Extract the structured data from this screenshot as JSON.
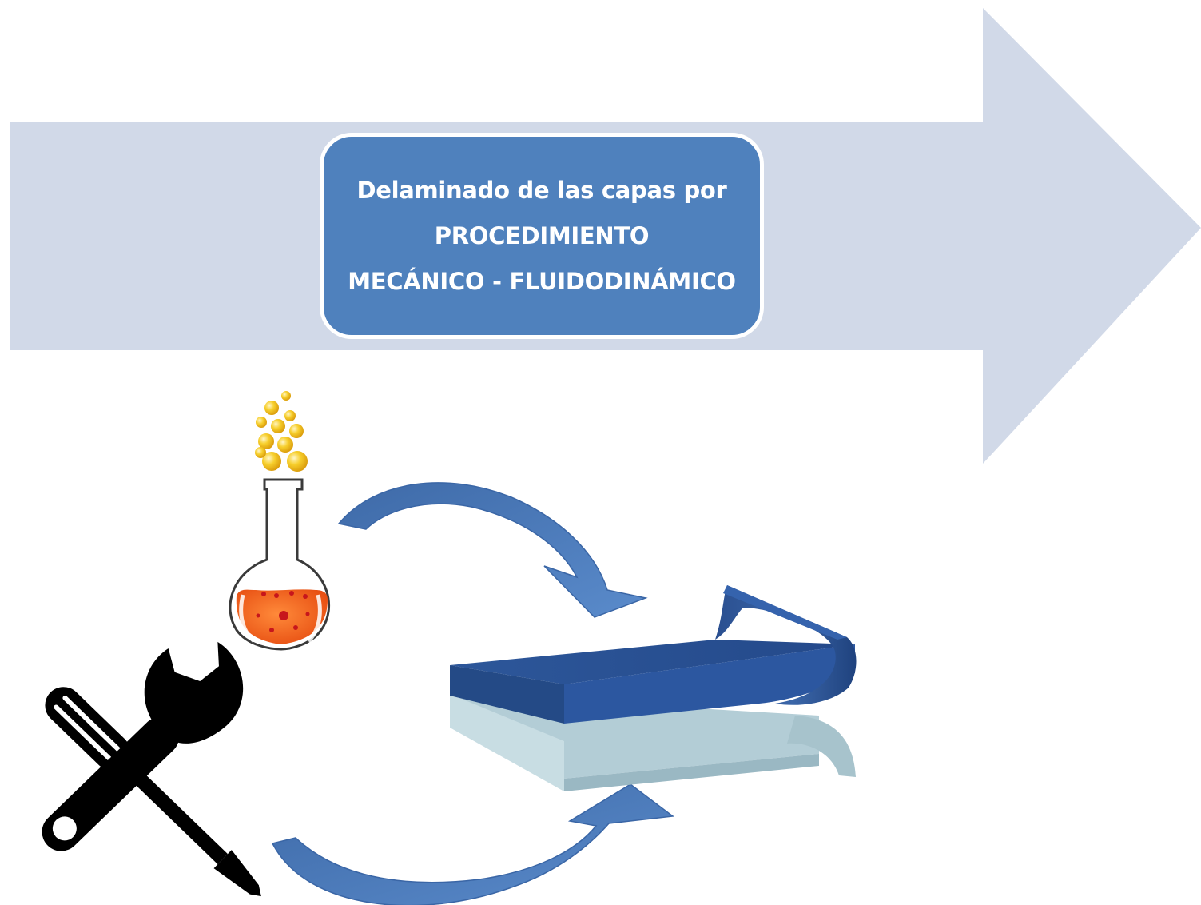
{
  "title": {
    "line1": "Delaminado de las capas por",
    "line2": "PROCEDIMIENTO",
    "line3": "MECÁNICO - FLUIDODINÁMICO"
  },
  "icons": {
    "flask": "chemical-flask-icon",
    "tools": "wrench-screwdriver-icon",
    "layers": "delaminating-layers-icon",
    "upper_arrow": "curved-arrow-down-icon",
    "lower_arrow": "curved-arrow-up-icon",
    "process_arrow": "process-arrow-icon"
  },
  "colors": {
    "process_arrow": "#d1d9e8",
    "title_box": "#4f81bd",
    "title_text": "#ffffff",
    "curved_arrow": "#4b7bbf",
    "top_layer": "#2a5392",
    "bottom_layer": "#b3cdd6",
    "flask_liquid": "#f26a1f",
    "bubbles": "#f5c51f",
    "tools": "#000000"
  }
}
